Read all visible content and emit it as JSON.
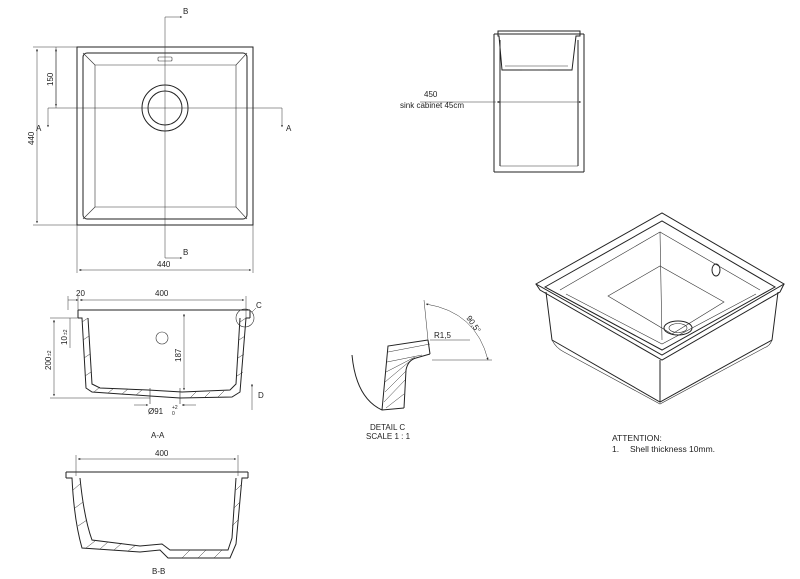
{
  "top_view": {
    "width_dim": "440",
    "height_dim": "440",
    "drain_offset_dim": "150",
    "section_a_left": "A",
    "section_a_right": "A",
    "section_b_top": "B",
    "section_b_bottom": "B"
  },
  "cabinet_view": {
    "width_dim": "450",
    "caption": "sink cabinet 45cm"
  },
  "section_aa": {
    "rim_dim": "20",
    "width_dim": "400",
    "depth_dim": "200",
    "depth_tol": "±2",
    "wall_dim": "10",
    "wall_tol": "±2",
    "inner_depth_dim": "187",
    "drain_dim": "Ø91",
    "drain_tol_upper": "+2",
    "drain_tol_lower": "0",
    "detail_marker": "C",
    "view_marker": "D",
    "caption": "A-A"
  },
  "detail_c": {
    "radius_dim": "R1,5",
    "angle_dim": "90,5°",
    "title": "DETAIL C",
    "scale": "SCALE 1 : 1"
  },
  "section_bb": {
    "width_dim": "400",
    "caption": "B-B"
  },
  "attention": {
    "heading": "ATTENTION:",
    "item_number": "1.",
    "item_text": "Shell thickness 10mm."
  }
}
